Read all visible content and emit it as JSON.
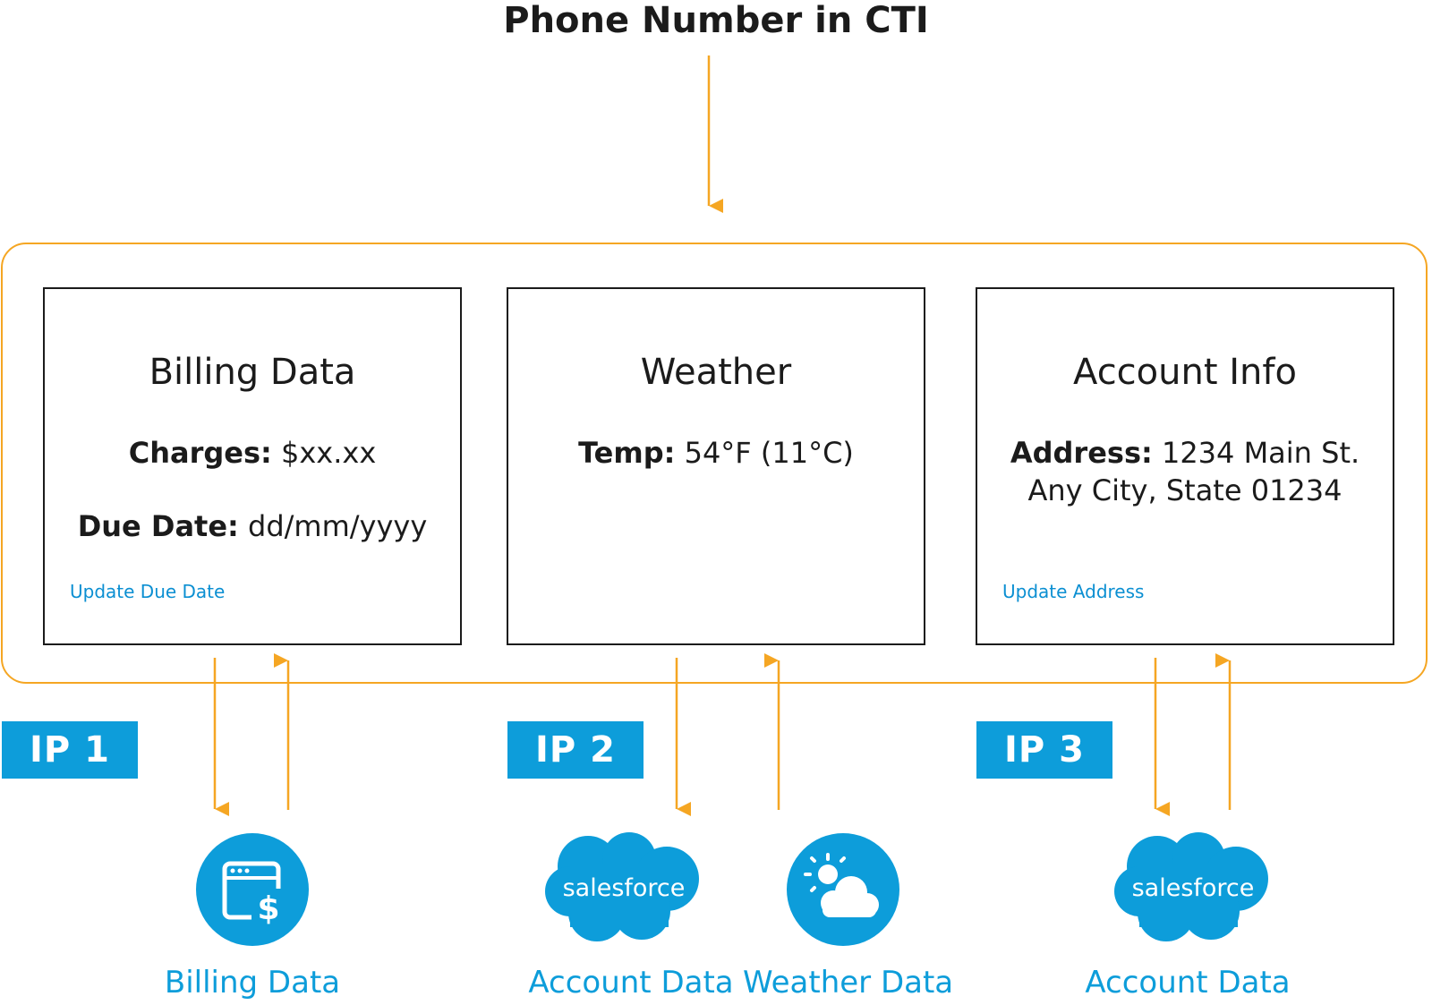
{
  "title": "Phone Number in CTI",
  "cards": [
    {
      "title": "Billing Data",
      "charges_label": "Charges:",
      "charges_value": "$xx.xx",
      "due_label": "Due Date:",
      "due_value": "dd/mm/yyyy",
      "link": "Update Due Date"
    },
    {
      "title": "Weather",
      "temp_label": "Temp:",
      "temp_value": "54°F (11°C)"
    },
    {
      "title": "Account Info",
      "address_label": "Address:",
      "address_line1": "1234 Main St.",
      "address_line2": "Any City, State 01234",
      "link": "Update Address"
    }
  ],
  "ip_labels": [
    "IP 1",
    "IP 2",
    "IP 3"
  ],
  "sources": [
    {
      "label": "Billing Data",
      "icon": "billing-browser-dollar-icon"
    },
    {
      "label": "Account Data",
      "icon": "salesforce-cloud-icon",
      "logo_text": "salesforce"
    },
    {
      "label": "Weather Data",
      "icon": "weather-sun-cloud-icon"
    },
    {
      "label": "Account Data",
      "icon": "salesforce-cloud-icon",
      "logo_text": "salesforce"
    }
  ],
  "colors": {
    "accent_orange": "#f5a623",
    "brand_blue": "#0d9dda",
    "link_blue": "#0b8fd2",
    "text": "#1b1b1b"
  }
}
